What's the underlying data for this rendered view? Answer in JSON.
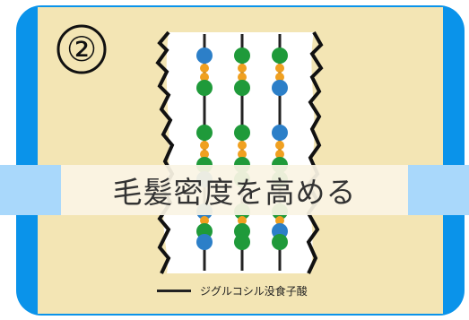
{
  "badge": {
    "label": "②"
  },
  "banner": {
    "text": "毛髪密度を高める"
  },
  "legend": {
    "label": "ジグルコシル没食子酸"
  },
  "colors": {
    "frame": "#0a93ea",
    "background": "#f3e5b4",
    "strand_area": "#ffffff",
    "green_dot": "#1f9a3a",
    "blue_dot": "#2c7fc8",
    "orange_dot": "#f0a020",
    "line": "#222222"
  },
  "icons": {
    "hair_edge_left": "jagged-hair-edge-icon",
    "hair_edge_right": "jagged-hair-edge-icon"
  }
}
